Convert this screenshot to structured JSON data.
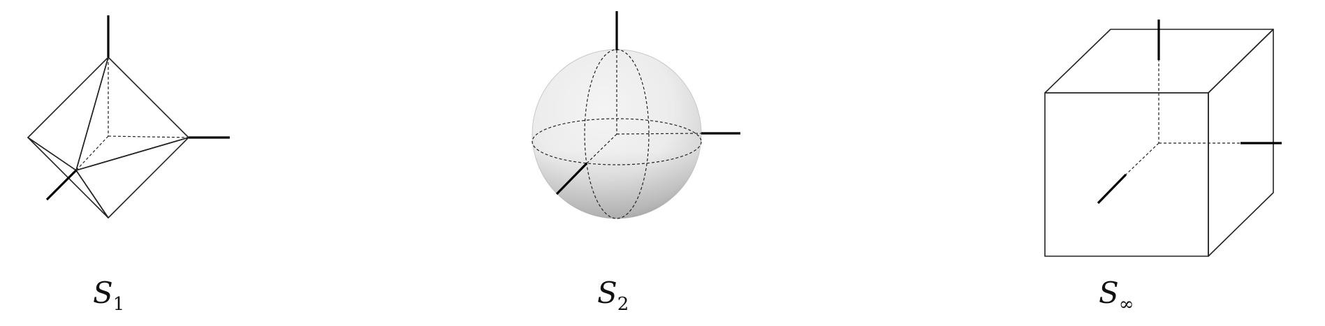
{
  "figures": [
    {
      "id": "s1",
      "shape": "octahedron",
      "script_letter": "S",
      "subscript": "1"
    },
    {
      "id": "s2",
      "shape": "sphere",
      "script_letter": "S",
      "subscript": "2"
    },
    {
      "id": "sinf",
      "shape": "cube",
      "script_letter": "S",
      "subscript": "∞"
    }
  ],
  "colors": {
    "face_light": "#efefef",
    "face_mid": "#d9d9d9",
    "face_dark": "#cdcdcd",
    "edge": "#222222",
    "axis": "#000000"
  }
}
